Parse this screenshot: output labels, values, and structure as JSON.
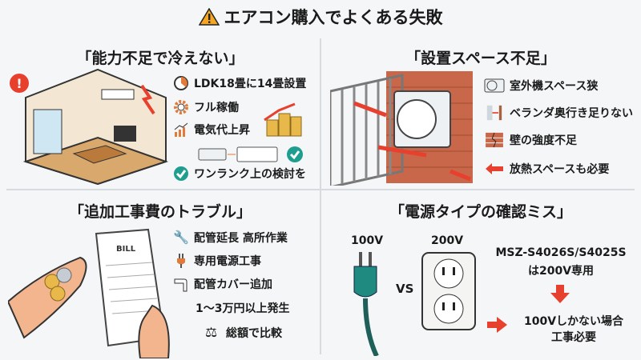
{
  "title": "エアコン購入でよくある失敗",
  "title_icon": "warning-icon",
  "panels": [
    {
      "heading": "「能力不足で冷えない」",
      "items": [
        "LDK18畳に14畳設置",
        "フル稼働",
        "電気代上昇",
        "ワンランク上の検討を"
      ]
    },
    {
      "heading": "「設置スペース不足」",
      "items": [
        "室外機スペース狭",
        "ベランダ奥行き足りない",
        "壁の強度不足",
        "放熱スペースも必要"
      ]
    },
    {
      "heading": "「追加工事費のトラブル」",
      "items": [
        "配管延長 高所作業",
        "専用電源工事",
        "配管カバー追加",
        "1〜3万円以上発生",
        "総額で比較"
      ],
      "bill_label": "BILL"
    },
    {
      "heading": "「電源タイプの確認ミス」",
      "label_100v": "100V",
      "label_200v": "200V",
      "vs": "VS",
      "note_1": "MSZ-S4026S/S4025S",
      "note_2": "は200V専用",
      "result_1": "100Vしかない場合",
      "result_2": "工事必要"
    }
  ],
  "colors": {
    "accent_red": "#e8402f",
    "teal": "#1f9e8f",
    "orange": "#e07b39"
  }
}
